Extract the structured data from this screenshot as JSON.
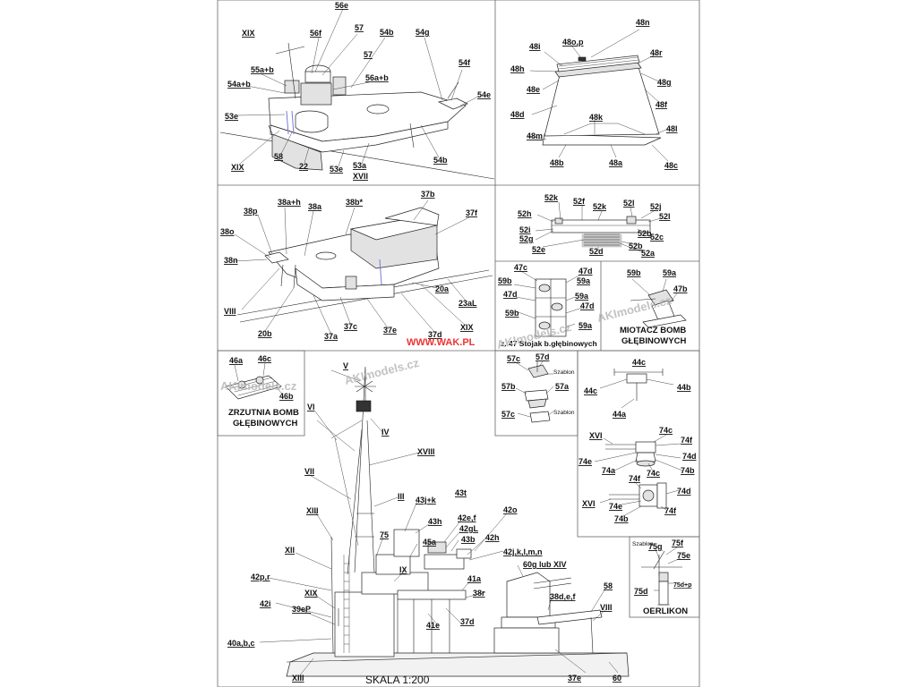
{
  "panels": {
    "bridge_deck": {
      "labels": [
        "56e",
        "56f",
        "57",
        "54b",
        "54g",
        "XIX",
        "55a+b",
        "57",
        "56a+b",
        "54f",
        "54a+b",
        "54e",
        "53e",
        "XIX",
        "58",
        "22",
        "53e",
        "53a",
        "XVII",
        "54b"
      ]
    },
    "gun_shield": {
      "labels": [
        "48n",
        "48o,p",
        "48i",
        "48r",
        "48h",
        "48g",
        "48e",
        "48f",
        "48d",
        "48k",
        "48l",
        "48m",
        "48b",
        "48a",
        "48c"
      ]
    },
    "forward_superstructure": {
      "labels": [
        "38a+h",
        "38b*",
        "37b",
        "38p",
        "38a",
        "37f",
        "38o",
        "38n",
        "20a",
        "23aL",
        "VIII",
        "XIX",
        "20b",
        "37a",
        "37c",
        "37e",
        "37d"
      ]
    },
    "searchlight": {
      "labels": [
        "52k",
        "52f",
        "52k",
        "52l",
        "52j",
        "52h",
        "52l",
        "52i",
        "52g",
        "52b",
        "52c",
        "52e",
        "52d",
        "52b",
        "52a"
      ]
    },
    "depth_charge_rack": {
      "labels": [
        "47c",
        "47d",
        "59b",
        "47d",
        "59a",
        "59b",
        "59a",
        "47d",
        "59a"
      ],
      "caption": "z. 47 Stojak b.głębinowych"
    },
    "depth_charge_thrower": {
      "labels": [
        "59b",
        "59a",
        "47b"
      ],
      "caption_line1": "MIOTACZ BOMB",
      "caption_line2": "GŁĘBINOWYCH"
    },
    "depth_charge_release": {
      "labels": [
        "46a",
        "46c",
        "46b"
      ],
      "caption_line1": "ZRZUTNIA BOMB",
      "caption_line2": "GŁĘBINOWYCH"
    },
    "small_parts": {
      "labels": [
        "57c",
        "57d",
        "57b",
        "57a",
        "57c"
      ],
      "template_label": "Szablon"
    },
    "mast_fitting": {
      "labels": [
        "44c",
        "44c",
        "44b",
        "44a"
      ]
    },
    "twin_gun": {
      "labels": [
        "XVI",
        "74c",
        "74f",
        "74d",
        "74e",
        "74a",
        "74c",
        "74b",
        "74f",
        "74d",
        "XVI",
        "74e",
        "74f",
        "74b"
      ]
    },
    "oerlikon": {
      "labels": [
        "75g",
        "75f",
        "75e",
        "75d",
        "75d+p"
      ],
      "template_label": "Szablon",
      "caption": "OERLIKON"
    },
    "mast_assembly": {
      "labels": [
        "V",
        "VI",
        "IV",
        "XVIII",
        "VII",
        "III",
        "43j+k",
        "43t",
        "XIII",
        "43h",
        "42e,f",
        "42o",
        "75",
        "42gL",
        "43b",
        "45a",
        "XII",
        "42h",
        "42j,k,l,m,n",
        "42p,r",
        "IX",
        "60g lub XIV",
        "41a",
        "38r",
        "58",
        "38d,e,f",
        "XIX",
        "42i",
        "39eP",
        "VIII",
        "37d",
        "41e",
        "40a,b,c",
        "XIII",
        "37e",
        "60"
      ],
      "scale": "SKALA 1:200"
    }
  },
  "watermarks": {
    "brand": "AKImodels.cz",
    "site": "WWW.WAK.PL"
  },
  "colors": {
    "line": "#222222",
    "panel_border": "#666666",
    "fill_grey": "#e2e2e2",
    "watermark": "#b8b8b8",
    "site_watermark": "#e33333",
    "guide_line": "#7a7ad8"
  }
}
